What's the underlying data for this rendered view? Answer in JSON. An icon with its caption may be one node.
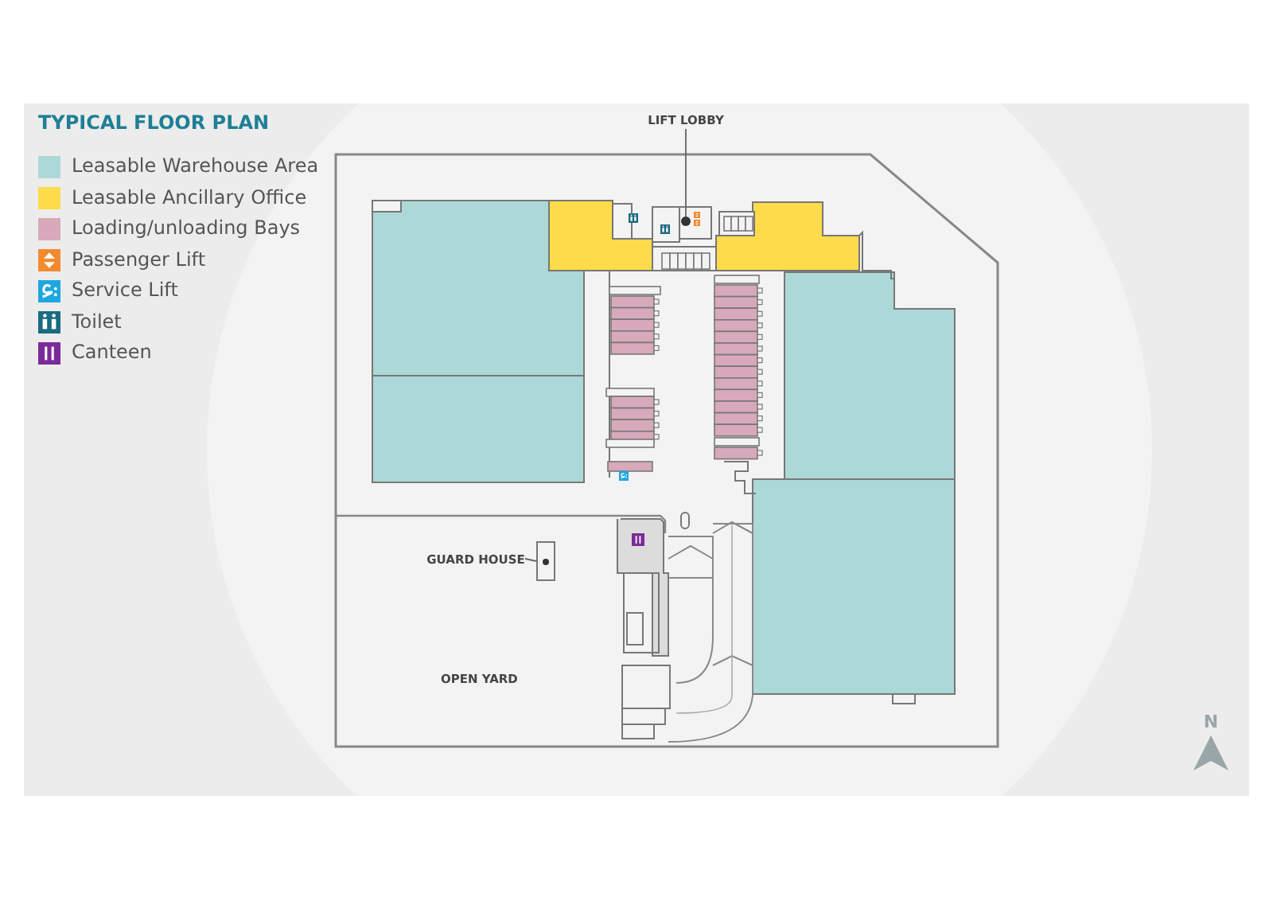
{
  "diagram": {
    "title": "TYPICAL FLOOR PLAN",
    "nodes": [
      {
        "text": [
          "LIFT LOBBY"
        ]
      },
      {
        "text": [],
        "shape": "circle"
      },
      {
        "text": [
          "GUARD HOUSE"
        ]
      },
      {
        "text": [],
        "shape": "box"
      }
    ],
    "edges": [
      {
        "from": 0,
        "to": 1,
        "arrow": "none"
      },
      {
        "from": 2,
        "to": 3,
        "arrow": "none"
      }
    ],
    "labels": [
      "OPEN YARD",
      "N"
    ],
    "legend": [
      {
        "text": "Leasable Warehouse Area",
        "color": "#acd8d8"
      },
      {
        "text": "Leasable Ancillary Office",
        "color": "#fedb4a"
      },
      {
        "text": "Loading/unloading Bays",
        "color": "#d7a9ba"
      },
      {
        "text": "Passenger Lift"
      },
      {
        "text": "Service Lift"
      },
      {
        "text": "Toilet"
      },
      {
        "text": "Canteen"
      }
    ]
  }
}
